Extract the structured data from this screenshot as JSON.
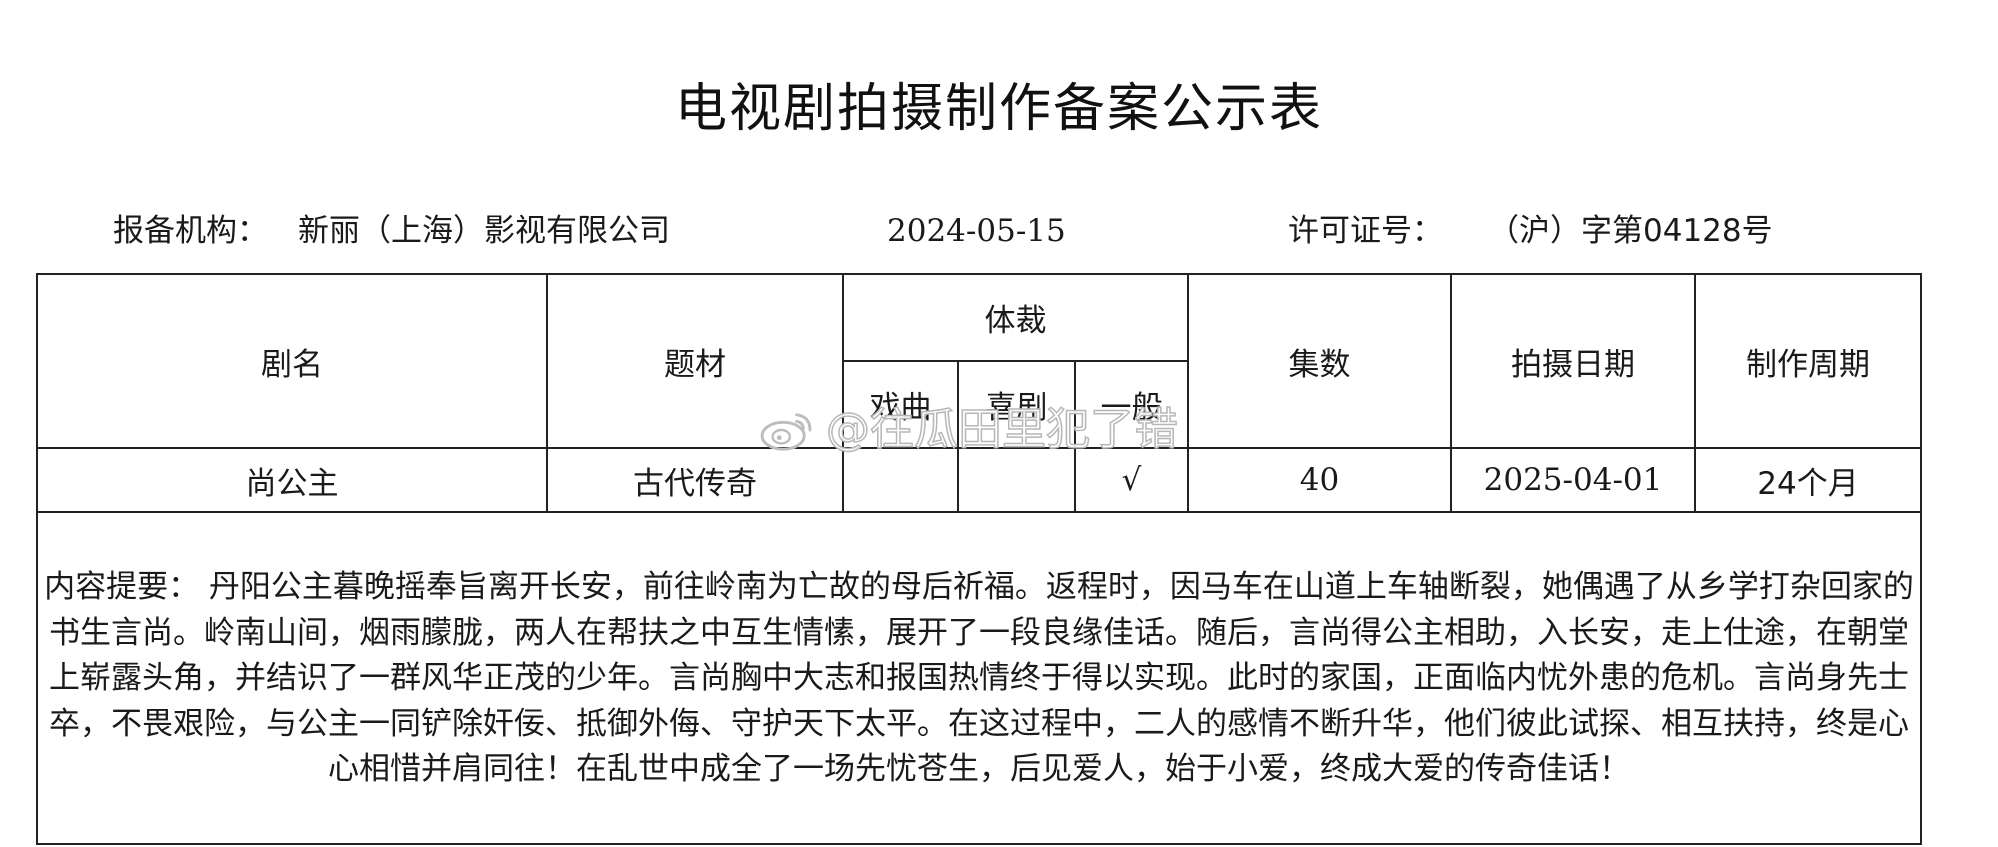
{
  "document": {
    "title": "电视剧拍摄制作备案公示表",
    "org_label": "报备机构：",
    "org_value": "新丽（上海）影视有限公司",
    "date": "2024-05-15",
    "permit_label": "许可证号：",
    "permit_value": "（沪）字第04128号"
  },
  "table": {
    "headers": {
      "name": "剧名",
      "subject": "题材",
      "genre": "体裁",
      "genre_sub": [
        "戏曲",
        "喜剧",
        "一般"
      ],
      "episodes": "集数",
      "shoot_date": "拍摄日期",
      "cycle": "制作周期"
    },
    "row": {
      "name": "尚公主",
      "subject": "古代传奇",
      "genre_marks": [
        "",
        "",
        "√"
      ],
      "episodes": "40",
      "shoot_date": "2025-04-01",
      "cycle": "24个月"
    },
    "summary": "内容提要： 丹阳公主暮晚摇奉旨离开长安，前往岭南为亡故的母后祈福。返程时，因马车在山道上车轴断裂，她偶遇了从乡学打杂回家的书生言尚。岭南山间，烟雨朦胧，两人在帮扶之中互生情愫，展开了一段良缘佳话。随后，言尚得公主相助，入长安，走上仕途，在朝堂上崭露头角，并结识了一群风华正茂的少年。言尚胸中大志和报国热情终于得以实现。此时的家国，正面临内忧外患的危机。言尚身先士卒，不畏艰险，与公主一同铲除奸佞、抵御外侮、守护天下太平。在这过程中，二人的感情不断升华，他们彼此试探、相互扶持，终是心心相惜并肩同往！在乱世中成全了一场先忧苍生，后见爱人，始于小爱，终成大爱的传奇佳话！"
  },
  "watermark": {
    "text": "@往瓜田里犯了错",
    "icon": "weibo-icon"
  }
}
